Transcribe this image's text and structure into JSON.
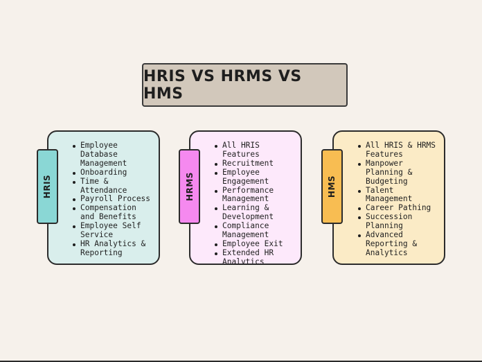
{
  "title": "HRIS VS HRMS VS HMS",
  "columns": [
    {
      "label": "HRIS",
      "card_color": "#d9eeec",
      "tab_color": "#8ad7d5",
      "items": [
        "Employee Database Management",
        "Onboarding",
        "Time & Attendance",
        "Payroll Process",
        "Compensation and Benefits",
        "Employee Self Service",
        "HR Analytics & Reporting"
      ]
    },
    {
      "label": "HRMS",
      "card_color": "#fde9fb",
      "tab_color": "#f589ef",
      "items": [
        "All HRIS Features",
        "Recruitment",
        "Employee Engagement",
        "Performance Management",
        "Learning & Development",
        "Compliance Management",
        "Employee Exit",
        "Extended HR Analytics"
      ]
    },
    {
      "label": "HMS",
      "card_color": "#fbebc6",
      "tab_color": "#f8bd52",
      "items": [
        "All HRIS & HRMS Features",
        "Manpower Planning & Budgeting",
        "Talent Management",
        "Career Pathing",
        "Succession Planning",
        "Advanced Reporting & Analytics"
      ]
    }
  ]
}
